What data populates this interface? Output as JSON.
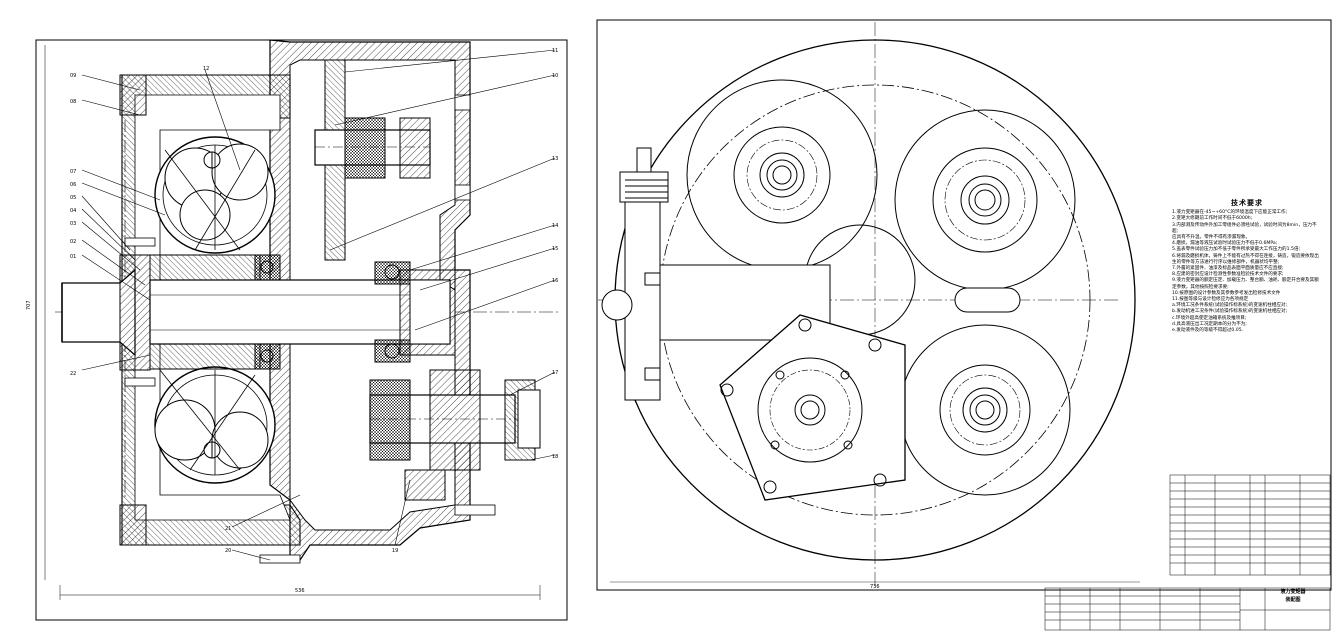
{
  "drawing": {
    "left_view_callouts": [
      "11",
      "10",
      "13",
      "14",
      "15",
      "16",
      "17",
      "18",
      "19",
      "20",
      "21",
      "22",
      "01",
      "02",
      "03",
      "04",
      "05",
      "06",
      "07",
      "08",
      "09"
    ],
    "left_view_dims": {
      "height": "707",
      "width": "536"
    },
    "right_view_dims": {
      "width": "736"
    },
    "technical_requirements": {
      "title": "技术要求",
      "lines": [
        "1.液力变矩器在-45~+60°C的环境温度下应能正常工作;",
        "2.变矩大修期前工作时间不低于6000h;",
        "3.内部测及传动件外加工零组件必须经试验，试验时间为8min，压力不超;",
        "应具有不升温，零件不得有渗漏现象。",
        "4.磨损，漏油等液压试验时试验压力不低于0.6MPa;",
        "5.盖表零件试验压力加不低于零件所承受最大工作压力的1.5倍;",
        "6.将漏及磨损机体，铸件上不能有过热不得在连接，铸造，锻造要依现出生的零件等方法进行行序以维修部件，机器状均平整;",
        "7.外露的紧固件、油漆及标品表面平面质量应不应直接;",
        "8.应建的密封应设计检测性参数准检验技术文件的要求;",
        "9.液力变矩器的额定压定、加载压力、整台额、油耗、额定开合要及其额定参数，其他按照检要求要;",
        "10.按原图的设计参数及其参数参考发出检修技术文件",
        "11.按图等级与设计检修应为各项规定",
        "a.环境工况条件系统(试验操作标系统)的变速机柱相应对;",
        "b.发动机进工况条件(试验操作标系统)的变速机柱相应对;",
        "c.环境外超高使定油箱系统及推项目;",
        "d.具高液压出工况定期本的分为不为;",
        "e.发动液件及的等级不得超过0.05."
      ]
    },
    "title_block": {
      "drawing_name": "液力变矩器",
      "drawing_type": "装配图"
    }
  }
}
